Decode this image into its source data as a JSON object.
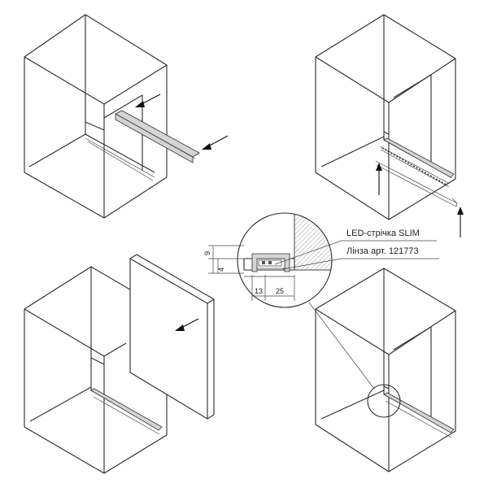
{
  "callouts": {
    "led_strip": "LED-стрічка SLIM",
    "lens": "Лінза арт. 121773"
  },
  "dimensions": {
    "height_top": "9",
    "height_bottom": "4",
    "width_left": "13",
    "width_right": "25"
  }
}
